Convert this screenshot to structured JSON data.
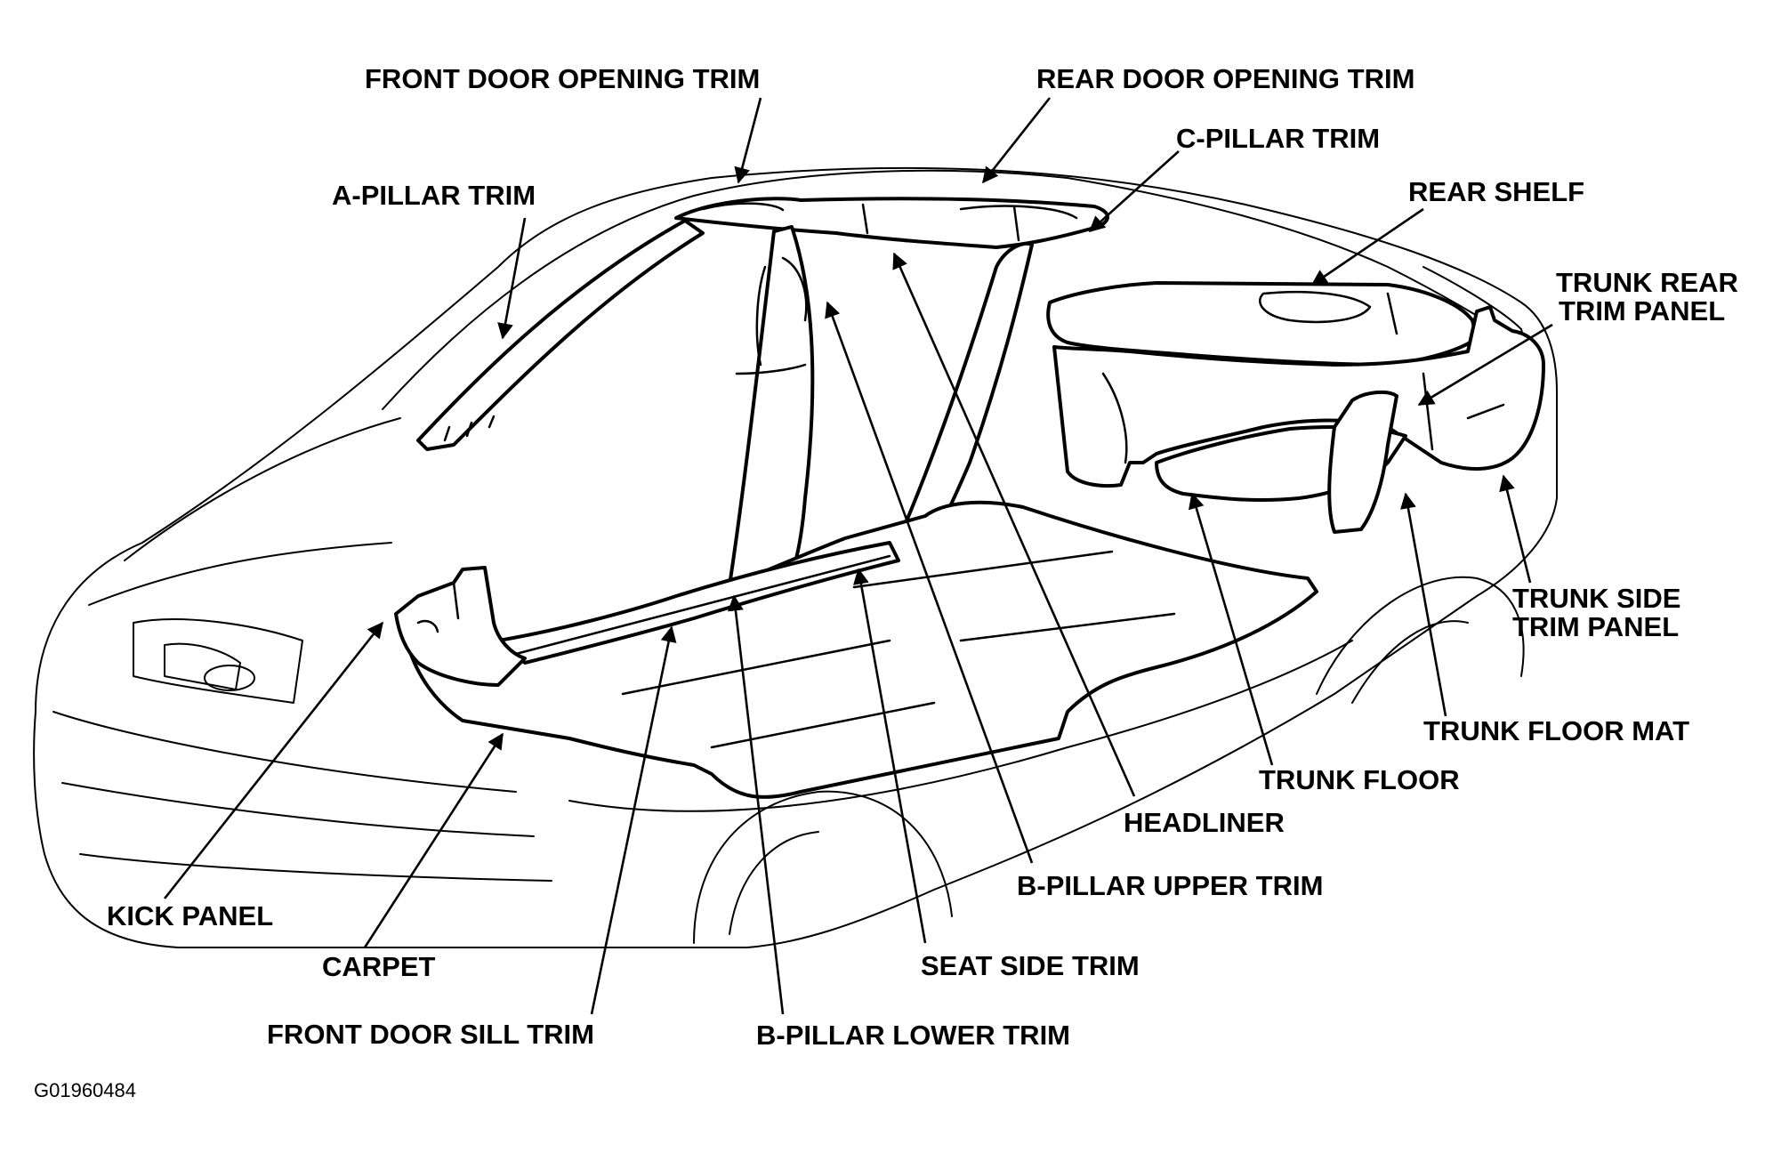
{
  "figure_code": "G01960484",
  "labels": {
    "front_door_opening_trim": "FRONT DOOR OPENING TRIM",
    "rear_door_opening_trim": "REAR DOOR OPENING TRIM",
    "c_pillar_trim": "C-PILLAR TRIM",
    "a_pillar_trim": "A-PILLAR TRIM",
    "rear_shelf": "REAR SHELF",
    "trunk_rear_trim_panel_1": "TRUNK REAR",
    "trunk_rear_trim_panel_2": "TRIM PANEL",
    "trunk_side_trim_panel_1": "TRUNK SIDE",
    "trunk_side_trim_panel_2": "TRIM PANEL",
    "trunk_floor_mat": "TRUNK FLOOR MAT",
    "trunk_floor": "TRUNK FLOOR",
    "headliner": "HEADLINER",
    "b_pillar_upper_trim": "B-PILLAR UPPER TRIM",
    "kick_panel": "KICK PANEL",
    "carpet": "CARPET",
    "seat_side_trim": "SEAT SIDE TRIM",
    "front_door_sill_trim": "FRONT DOOR SILL TRIM",
    "b_pillar_lower_trim": "B-PILLAR LOWER TRIM"
  }
}
